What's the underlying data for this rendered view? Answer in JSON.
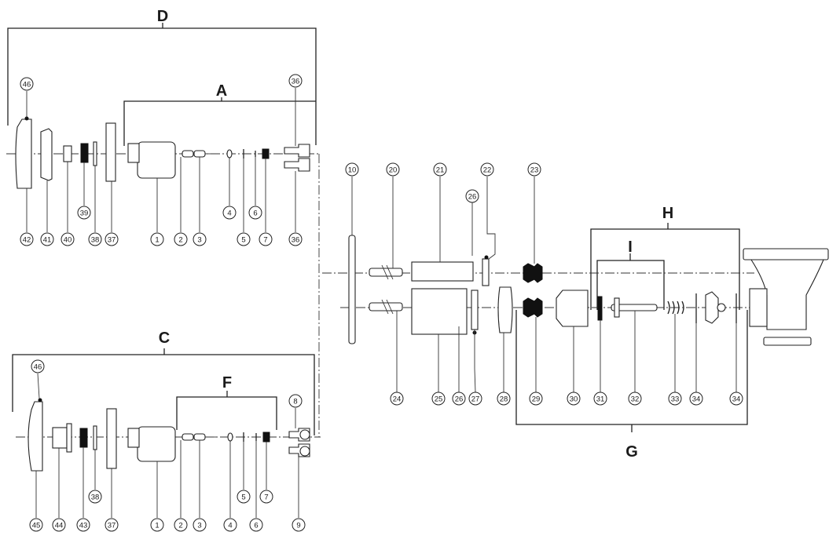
{
  "groups": {
    "D": "D",
    "A": "A",
    "C": "C",
    "F": "F",
    "H": "H",
    "I": "I",
    "G": "G"
  },
  "callouts_top_row": [
    "42",
    "41",
    "40",
    "39",
    "38",
    "37",
    "1",
    "2",
    "3",
    "4",
    "5",
    "6",
    "7",
    "36",
    "36",
    "46"
  ],
  "callouts_bottom_row": [
    "45",
    "44",
    "43",
    "38",
    "37",
    "1",
    "2",
    "3",
    "4",
    "5",
    "6",
    "7",
    "8",
    "9",
    "46"
  ],
  "callouts_right_section": [
    "10",
    "20",
    "21",
    "22",
    "26",
    "23",
    "24",
    "25",
    "26",
    "27",
    "28",
    "29",
    "30",
    "31",
    "32",
    "33",
    "34",
    "34"
  ]
}
